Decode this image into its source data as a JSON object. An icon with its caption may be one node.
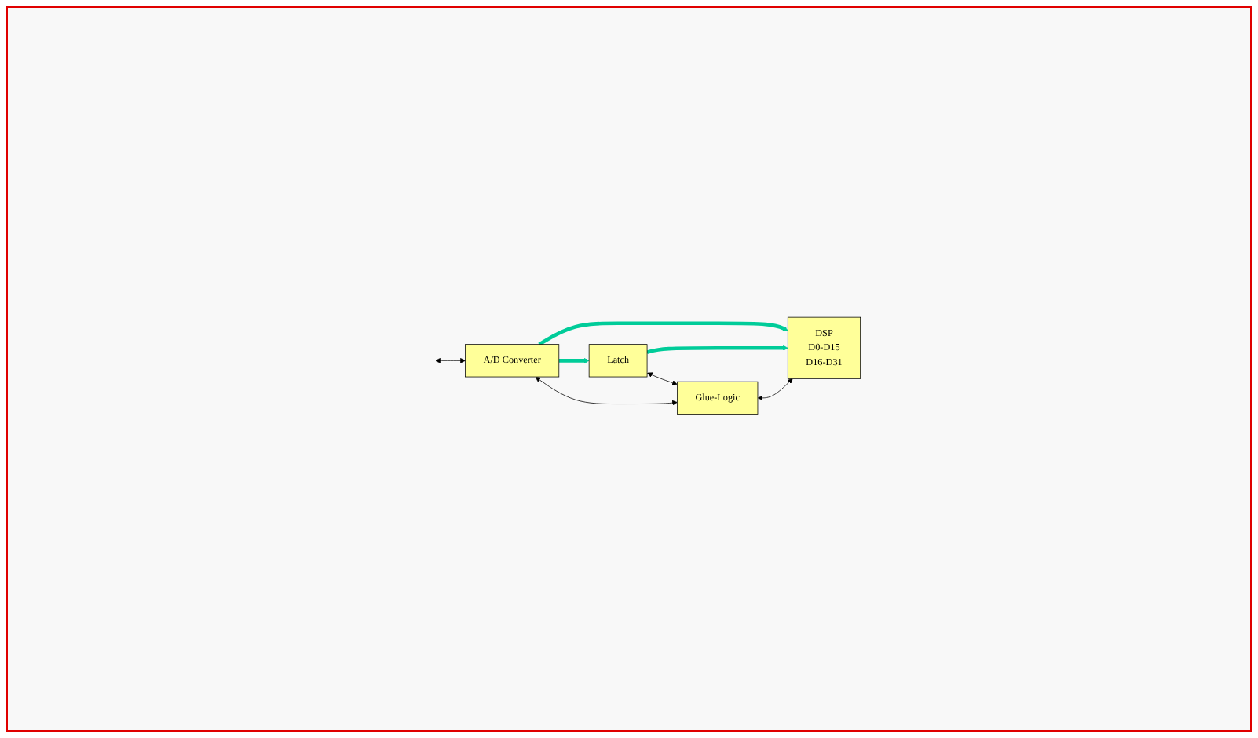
{
  "diagram": {
    "nodes": [
      {
        "text": [
          "A/D Converter"
        ]
      },
      {
        "text": [
          "Latch"
        ]
      },
      {
        "text": [
          "DSP",
          "D0-D15",
          "D16-D31"
        ]
      },
      {
        "text": [
          "Glue-Logic"
        ]
      }
    ],
    "edges": [
      {
        "from": null,
        "to": 0,
        "arrow": "both"
      },
      {
        "from": 0,
        "to": 1,
        "arrow": "to",
        "style": "thick",
        "color": "#00cc99"
      },
      {
        "from": 0,
        "to": 2,
        "arrow": "to",
        "style": "thick",
        "color": "#00cc99"
      },
      {
        "from": 1,
        "to": 2,
        "arrow": "to",
        "style": "thick",
        "color": "#00cc99"
      },
      {
        "from": 1,
        "to": 3,
        "arrow": "both"
      },
      {
        "from": 0,
        "to": 3,
        "arrow": "both"
      },
      {
        "from": 3,
        "to": 2,
        "arrow": "both"
      }
    ]
  }
}
